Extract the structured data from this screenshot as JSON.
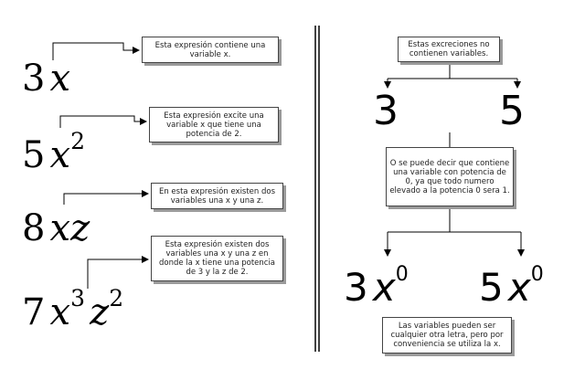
{
  "left": {
    "expressions": [
      {
        "num": "3",
        "var": "x"
      },
      {
        "num": "5",
        "var": "x",
        "exp": "2"
      },
      {
        "num": "8",
        "var": "xz"
      },
      {
        "num": "7",
        "var": "x",
        "exp": "3",
        "var2": "z",
        "exp2": "2"
      }
    ],
    "notes": [
      "Esta expresión contiene una variable x.",
      "Esta expresión excite una variable x que tiene una potencia de 2.",
      "En esta expresión existen dos variables una x y una z.",
      "Esta expresión existen dos variables una x y una z en donde la x tiene una potencia de 3 y la z de 2."
    ]
  },
  "right": {
    "top_note": "Estas excreciones no contienen variables.",
    "constants": [
      "3",
      "5"
    ],
    "middle_note": "O se puede decir que contiene una variable con potencia de 0, ya que todo numero elevado a la potencia 0 sera 1.",
    "zero_power_expressions": [
      {
        "num": "3",
        "var": "x",
        "exp": "0"
      },
      {
        "num": "5",
        "var": "x",
        "exp": "0"
      }
    ],
    "bottom_note": "Las variables pueden ser cualquier otra letra, pero por conveniencia se utiliza la x."
  }
}
